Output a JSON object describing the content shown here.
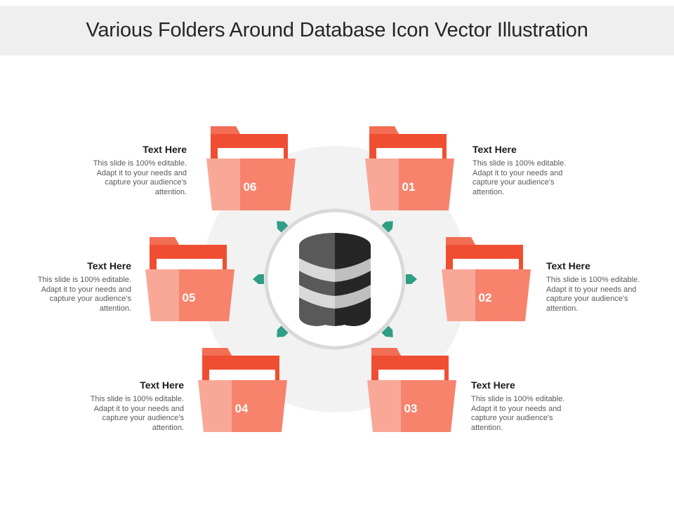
{
  "title": "Various Folders Around Database Icon Vector Illustration",
  "colors": {
    "folder_tab": "#f26e55",
    "folder_back": "#f04e32",
    "folder_front_light": "#f9a898",
    "folder_front_dark": "#f7836d",
    "paper": "#ffffff",
    "arrow": "#2e9e84",
    "ring": "#d9d9d9",
    "halo": "#f2f2f2",
    "db_light": "#595959",
    "db_dark": "#262626",
    "db_band_light": "#d9d9d9",
    "db_band_dark": "#bfbfbf"
  },
  "folders": [
    {
      "number": "01"
    },
    {
      "number": "02"
    },
    {
      "number": "03"
    },
    {
      "number": "04"
    },
    {
      "number": "05"
    },
    {
      "number": "06"
    }
  ],
  "texts": [
    {
      "heading": "Text Here",
      "body": "This slide is 100% editable. Adapt it to your needs and capture your audience's attention."
    },
    {
      "heading": "Text Here",
      "body": "This slide is 100% editable. Adapt it to your needs and capture your audience's attention."
    },
    {
      "heading": "Text Here",
      "body": "This slide is 100% editable. Adapt it to your needs and capture your audience's attention."
    },
    {
      "heading": "Text Here",
      "body": "This slide is 100% editable. Adapt it to your needs and capture your audience's attention."
    },
    {
      "heading": "Text Here",
      "body": "This slide is 100% editable. Adapt it to your needs and capture your audience's attention."
    },
    {
      "heading": "Text Here",
      "body": "This slide is 100% editable. Adapt it to your needs and capture your audience's attention."
    }
  ]
}
